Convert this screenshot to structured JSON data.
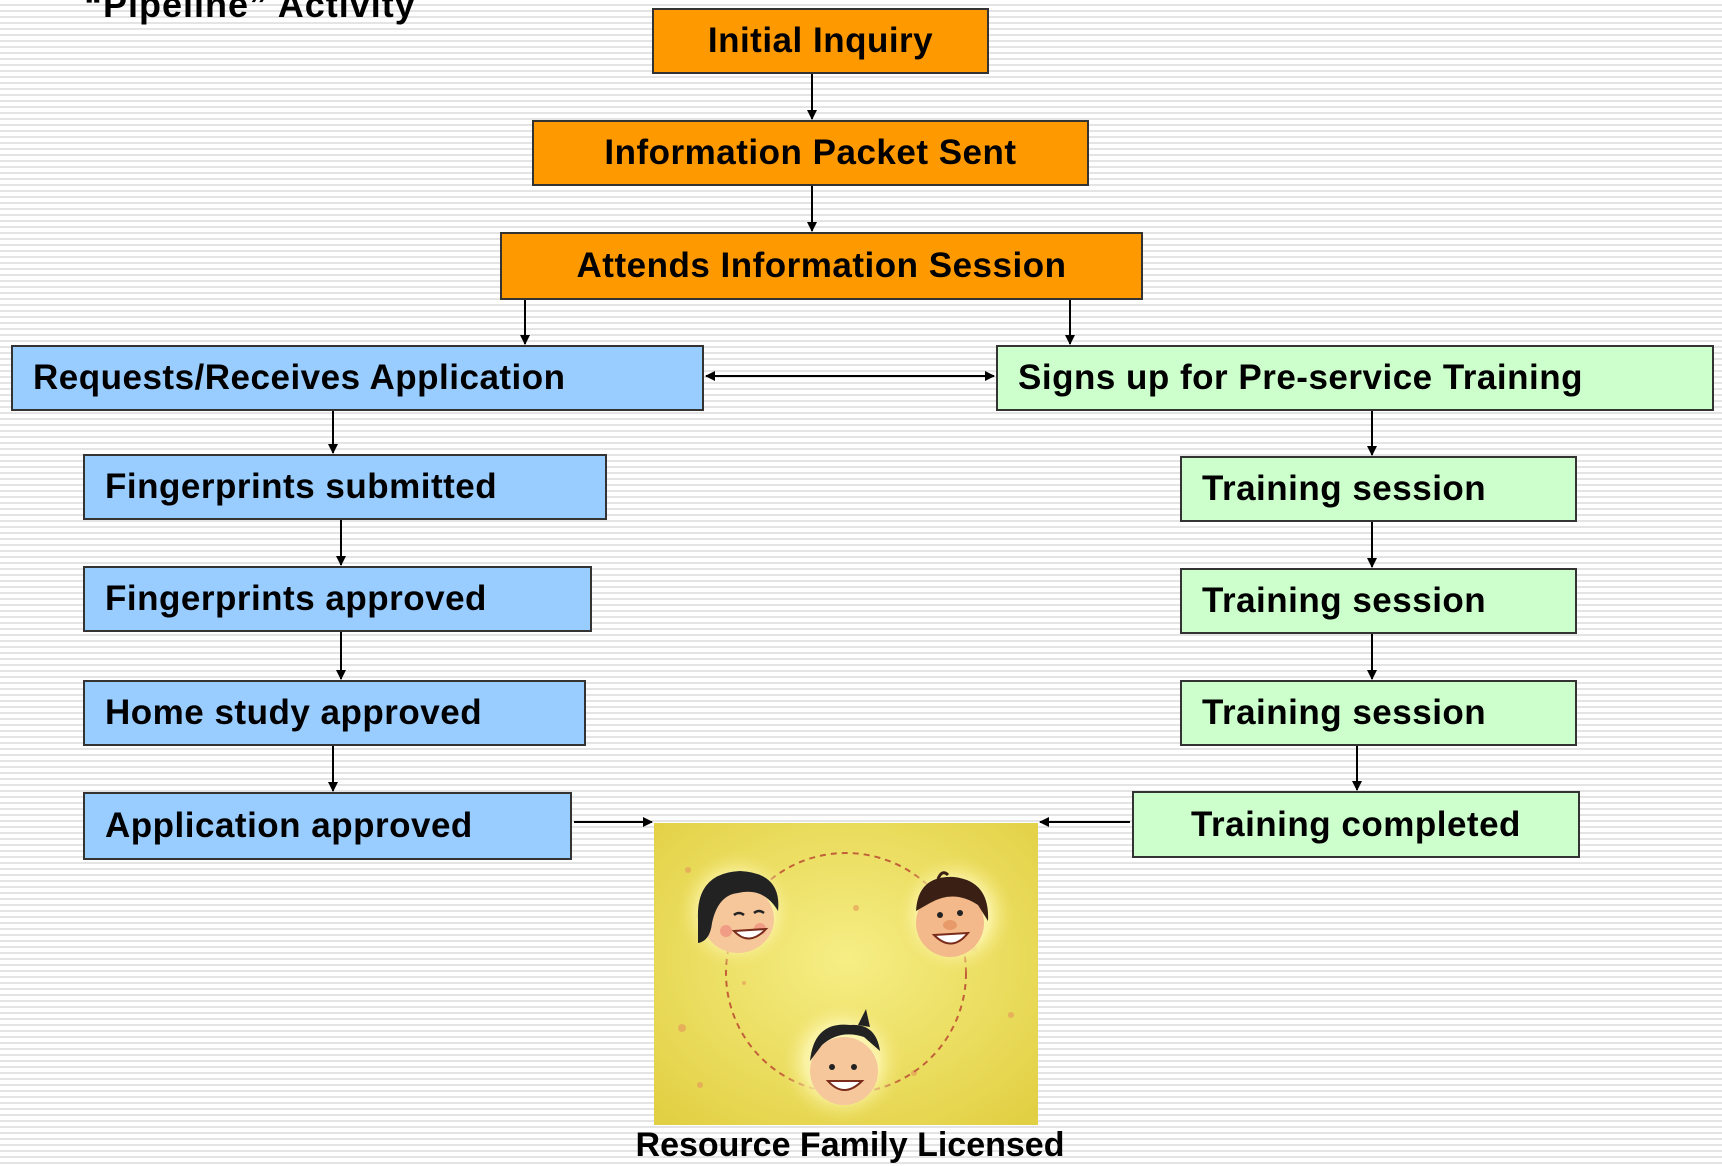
{
  "title": "“Pipeline” Activity",
  "colors": {
    "intake_steps": "#ff9900",
    "application_track": "#99ccff",
    "training_track": "#ccffcc"
  },
  "steps": {
    "initial_inquiry": "Initial Inquiry",
    "information_packet": "Information Packet Sent",
    "information_session": "Attends Information Session"
  },
  "application_track": {
    "header": "Requests/Receives Application",
    "steps": [
      "Fingerprints submitted",
      "Fingerprints approved",
      "Home study approved",
      "Application approved"
    ]
  },
  "training_track": {
    "header": "Signs up for Pre-service Training",
    "steps": [
      "Training session",
      "Training session",
      "Training session",
      "Training completed"
    ]
  },
  "outcome": {
    "image_subject": "family-faces-illustration",
    "caption": "Resource Family Licensed"
  }
}
